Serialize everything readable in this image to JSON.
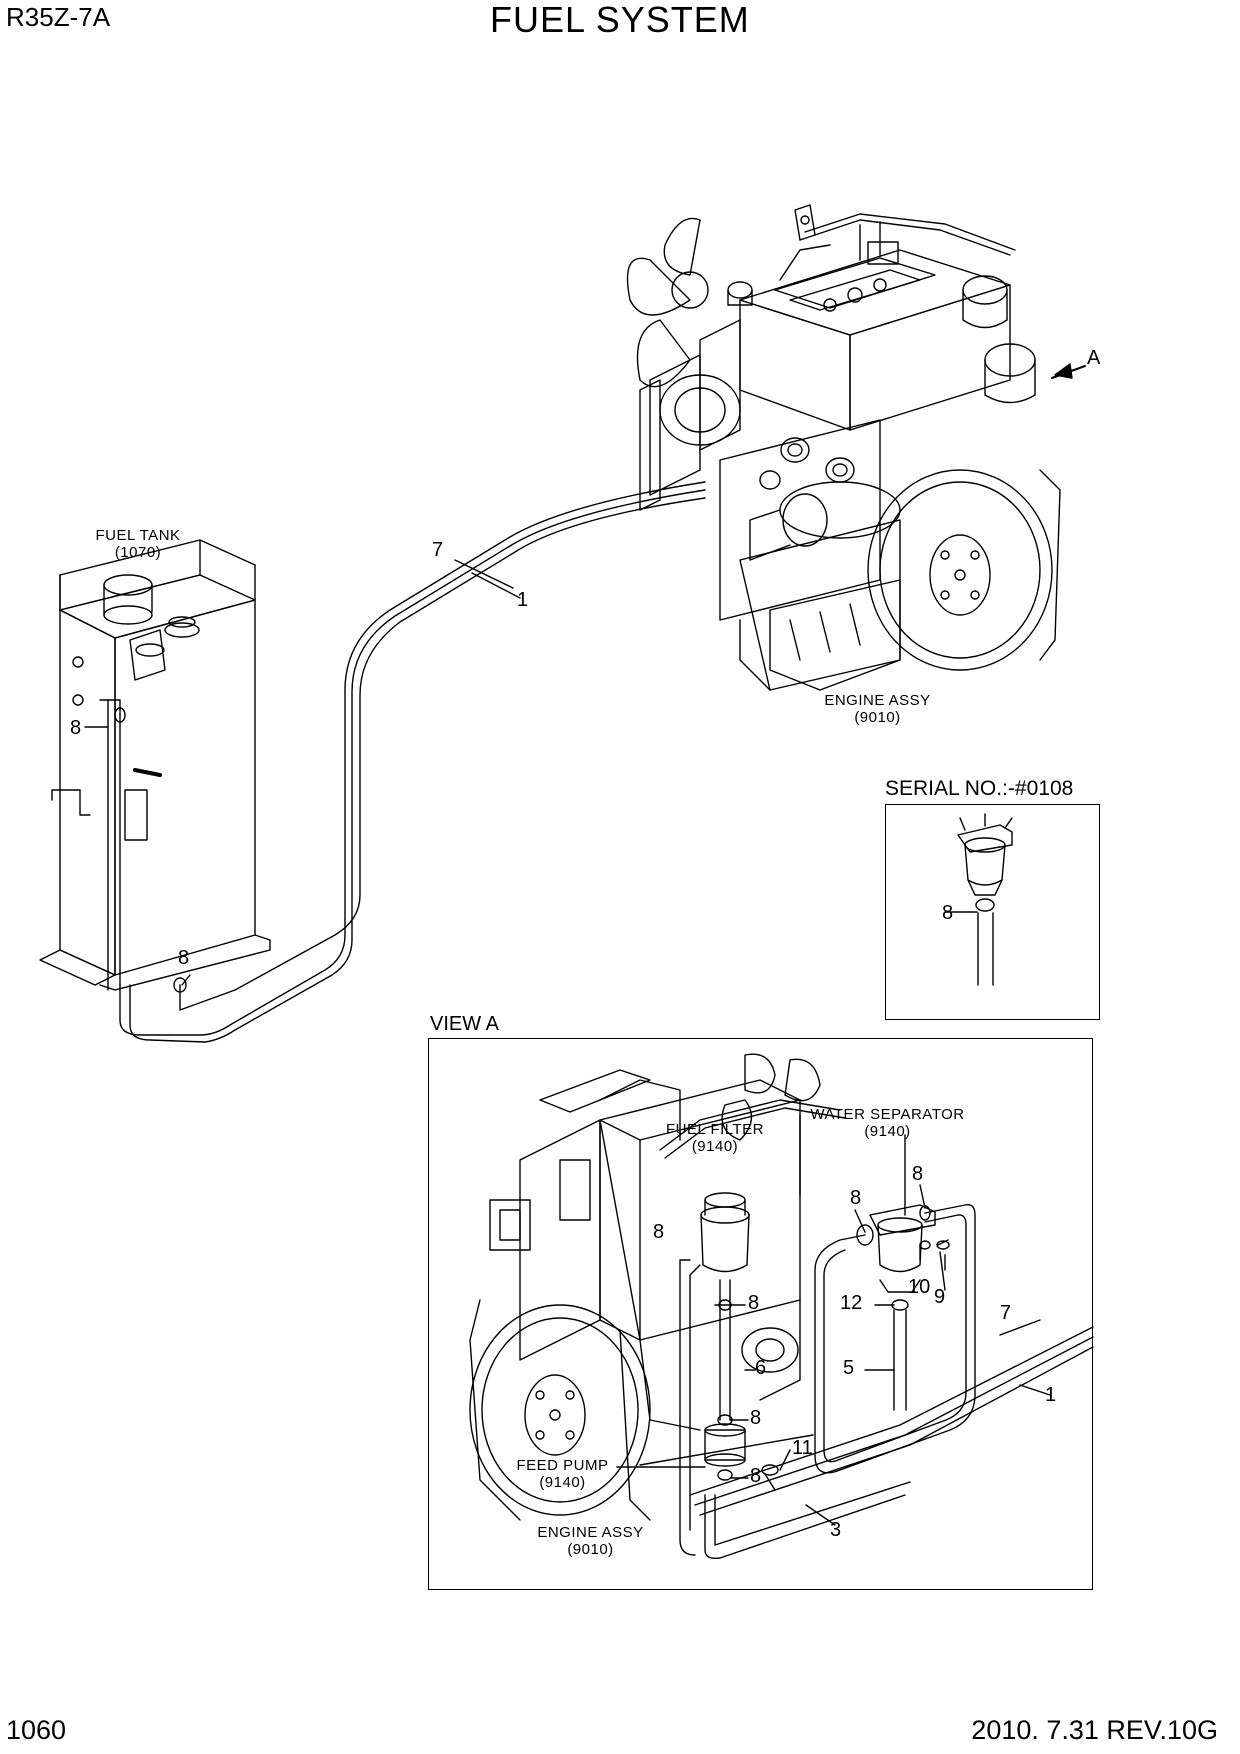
{
  "header": {
    "model": "R35Z-7A",
    "title": "FUEL SYSTEM"
  },
  "footer": {
    "page": "1060",
    "revision": "2010. 7.31  REV.10G"
  },
  "labels": {
    "fuel_tank": {
      "name": "FUEL TANK",
      "code": "(1070)"
    },
    "engine_assy_top": {
      "name": "ENGINE ASSY",
      "code": "(9010)"
    },
    "engine_assy_view": {
      "name": "ENGINE ASSY",
      "code": "(9010)"
    },
    "fuel_filter": {
      "name": "FUEL FILTER",
      "code": "(9140)"
    },
    "water_separator": {
      "name": "WATER SEPARATOR",
      "code": "(9140)"
    },
    "feed_pump": {
      "name": "FEED PUMP",
      "code": "(9140)"
    },
    "serial_no": "SERIAL NO.:-#0108",
    "view_a": "VIEW A",
    "arrow_a": "A"
  },
  "callouts": {
    "c7_top": "7",
    "c1_top": "1",
    "c8_tank_upper": "8",
    "c8_tank_lower": "8",
    "c8_serial": "8",
    "c8_filter_upper": "8",
    "c8_filter_mid": "8",
    "c8_ws_left": "8",
    "c8_ws_right": "8",
    "c8_pump_upper": "8",
    "c8_pump_lower": "8",
    "c10": "10",
    "c9": "9",
    "c12": "12",
    "c7_view": "7",
    "c5": "5",
    "c1_view": "1",
    "c6": "6",
    "c11": "11",
    "c3": "3"
  }
}
